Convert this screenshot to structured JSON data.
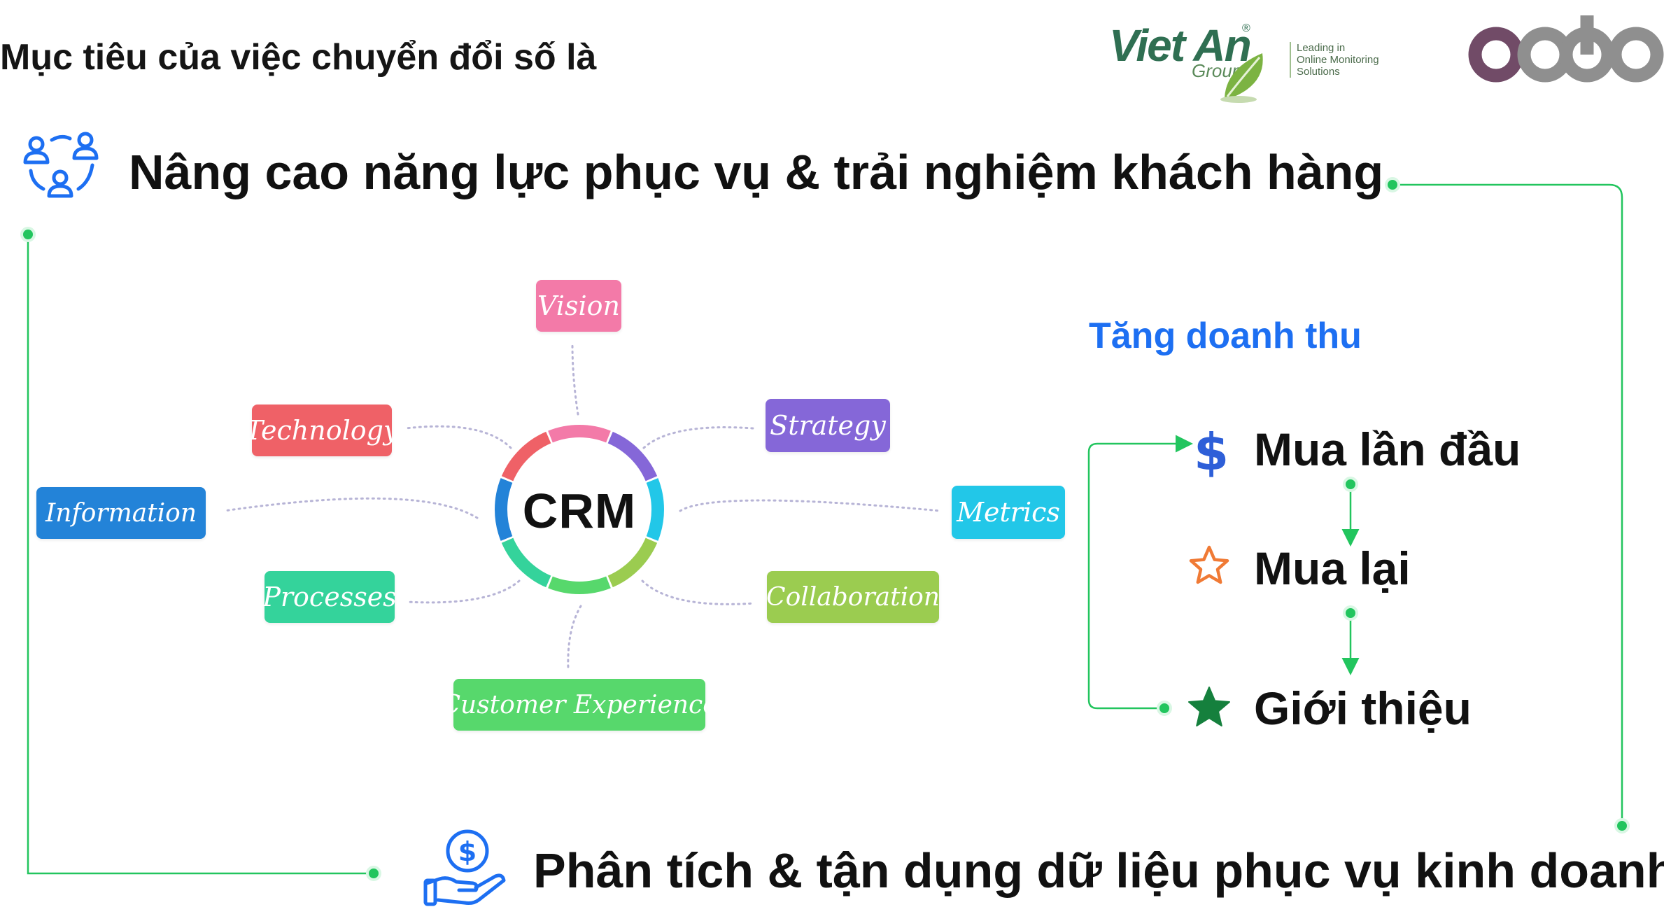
{
  "page": {
    "title": "Mục tiêu của việc chuyển đổi số là"
  },
  "logos": {
    "vietan": {
      "name": "Viet An",
      "sub": "Group",
      "registered": "®",
      "tagline": [
        "Leading in",
        "Online Monitoring",
        "Solutions"
      ]
    },
    "odoo": {
      "name": "odoo",
      "colors": [
        "#714b67",
        "#8f8f8f",
        "#8f8f8f",
        "#8f8f8f"
      ]
    }
  },
  "goals": {
    "customer_experience": "Nâng cao năng lực phục vụ & trải nghiệm khách hàng",
    "data_analysis": "Phân tích & tận dụng dữ liệu phục vụ kinh doanh"
  },
  "crm": {
    "label": "CRM",
    "ring_colors": [
      "#f37aa8",
      "#8567d8",
      "#22c7e8",
      "#9bcc50",
      "#57d86c",
      "#34d39b",
      "#2383d8",
      "#ef6167"
    ],
    "nodes": [
      {
        "key": "vision",
        "label": "Vision",
        "color": "#f37aa8"
      },
      {
        "key": "technology",
        "label": "Technology",
        "color": "#ef6167"
      },
      {
        "key": "strategy",
        "label": "Strategy",
        "color": "#8567d8"
      },
      {
        "key": "information",
        "label": "Information",
        "color": "#2383d8"
      },
      {
        "key": "metrics",
        "label": "Metrics",
        "color": "#22c7e8"
      },
      {
        "key": "processes",
        "label": "Processes",
        "color": "#34d39b"
      },
      {
        "key": "collaboration",
        "label": "Collaboration",
        "color": "#9bcc50"
      },
      {
        "key": "customer",
        "label": "Customer Experience",
        "color": "#57d86c"
      }
    ]
  },
  "revenue": {
    "title": "Tăng doanh thu",
    "steps": [
      {
        "label": "Mua lần đầu",
        "icon": "dollar-icon"
      },
      {
        "label": "Mua lại",
        "icon": "star-outline-icon"
      },
      {
        "label": "Giới thiệu",
        "icon": "star-filled-icon"
      }
    ]
  },
  "colors": {
    "connector_green": "#22c55e",
    "accent_blue": "#1d6ff2"
  }
}
